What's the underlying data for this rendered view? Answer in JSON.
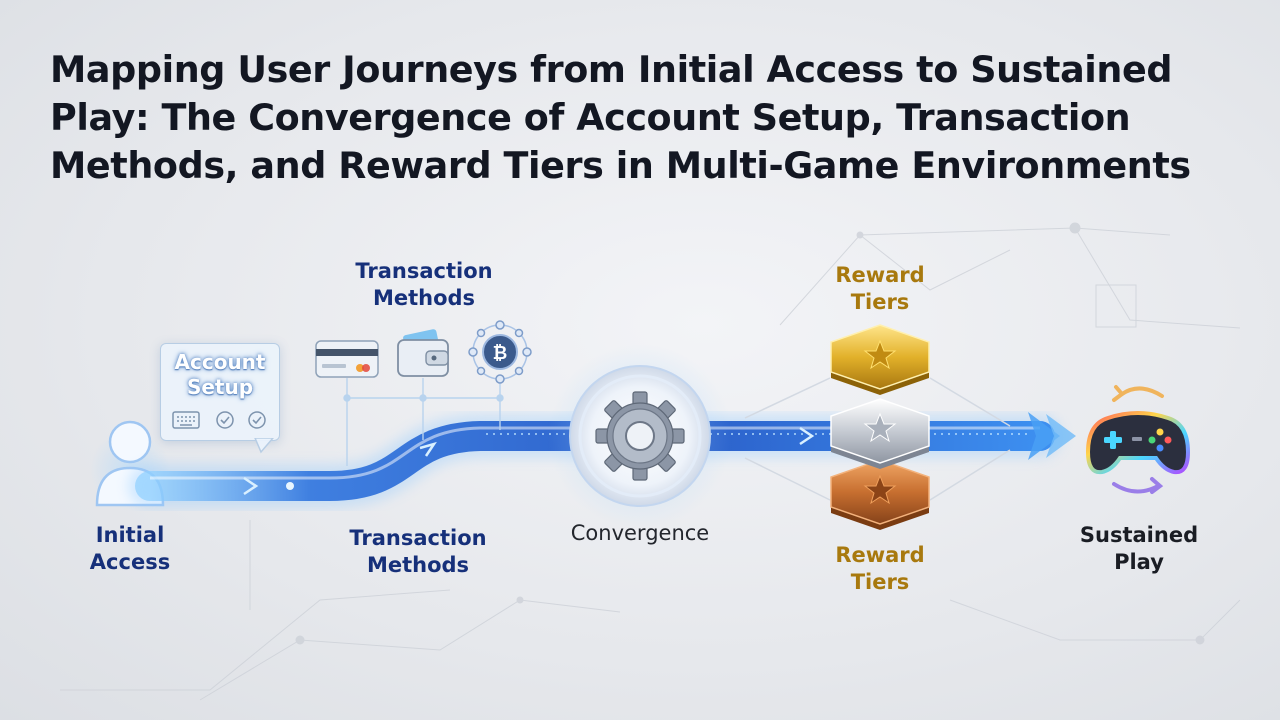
{
  "title": "Mapping User Journeys from Initial Access to Sustained Play: The Convergence of Account Setup, Transaction Methods, and Reward Tiers in Multi-Game Environments",
  "stages": {
    "initial_access": "Initial Access",
    "account_setup": "Account Setup",
    "transaction_methods_top": "Transaction Methods",
    "transaction_methods_bottom": "Transaction Methods",
    "convergence": "Convergence",
    "reward_tiers_top": "Reward Tiers",
    "reward_tiers_bottom": "Reward Tiers",
    "sustained_play": "Sustained Play"
  },
  "icons": {
    "user": "user-icon",
    "keyboard": "keyboard-icon",
    "check": "check-circle-icon",
    "card": "credit-card-icon",
    "wallet": "wallet-icon",
    "crypto": "bitcoin-network-icon",
    "gear": "gear-icon",
    "badge": "star-badge-icon",
    "controller": "gamepad-icon",
    "cycle": "cycle-arrows-icon"
  },
  "colors": {
    "title": "#131722",
    "flow_blue": "#2e63cc",
    "label_blue": "#16307a",
    "gold": "#e2b12a",
    "silver": "#c6cbd3",
    "bronze": "#c76f30",
    "label_gold": "#a8790e"
  }
}
